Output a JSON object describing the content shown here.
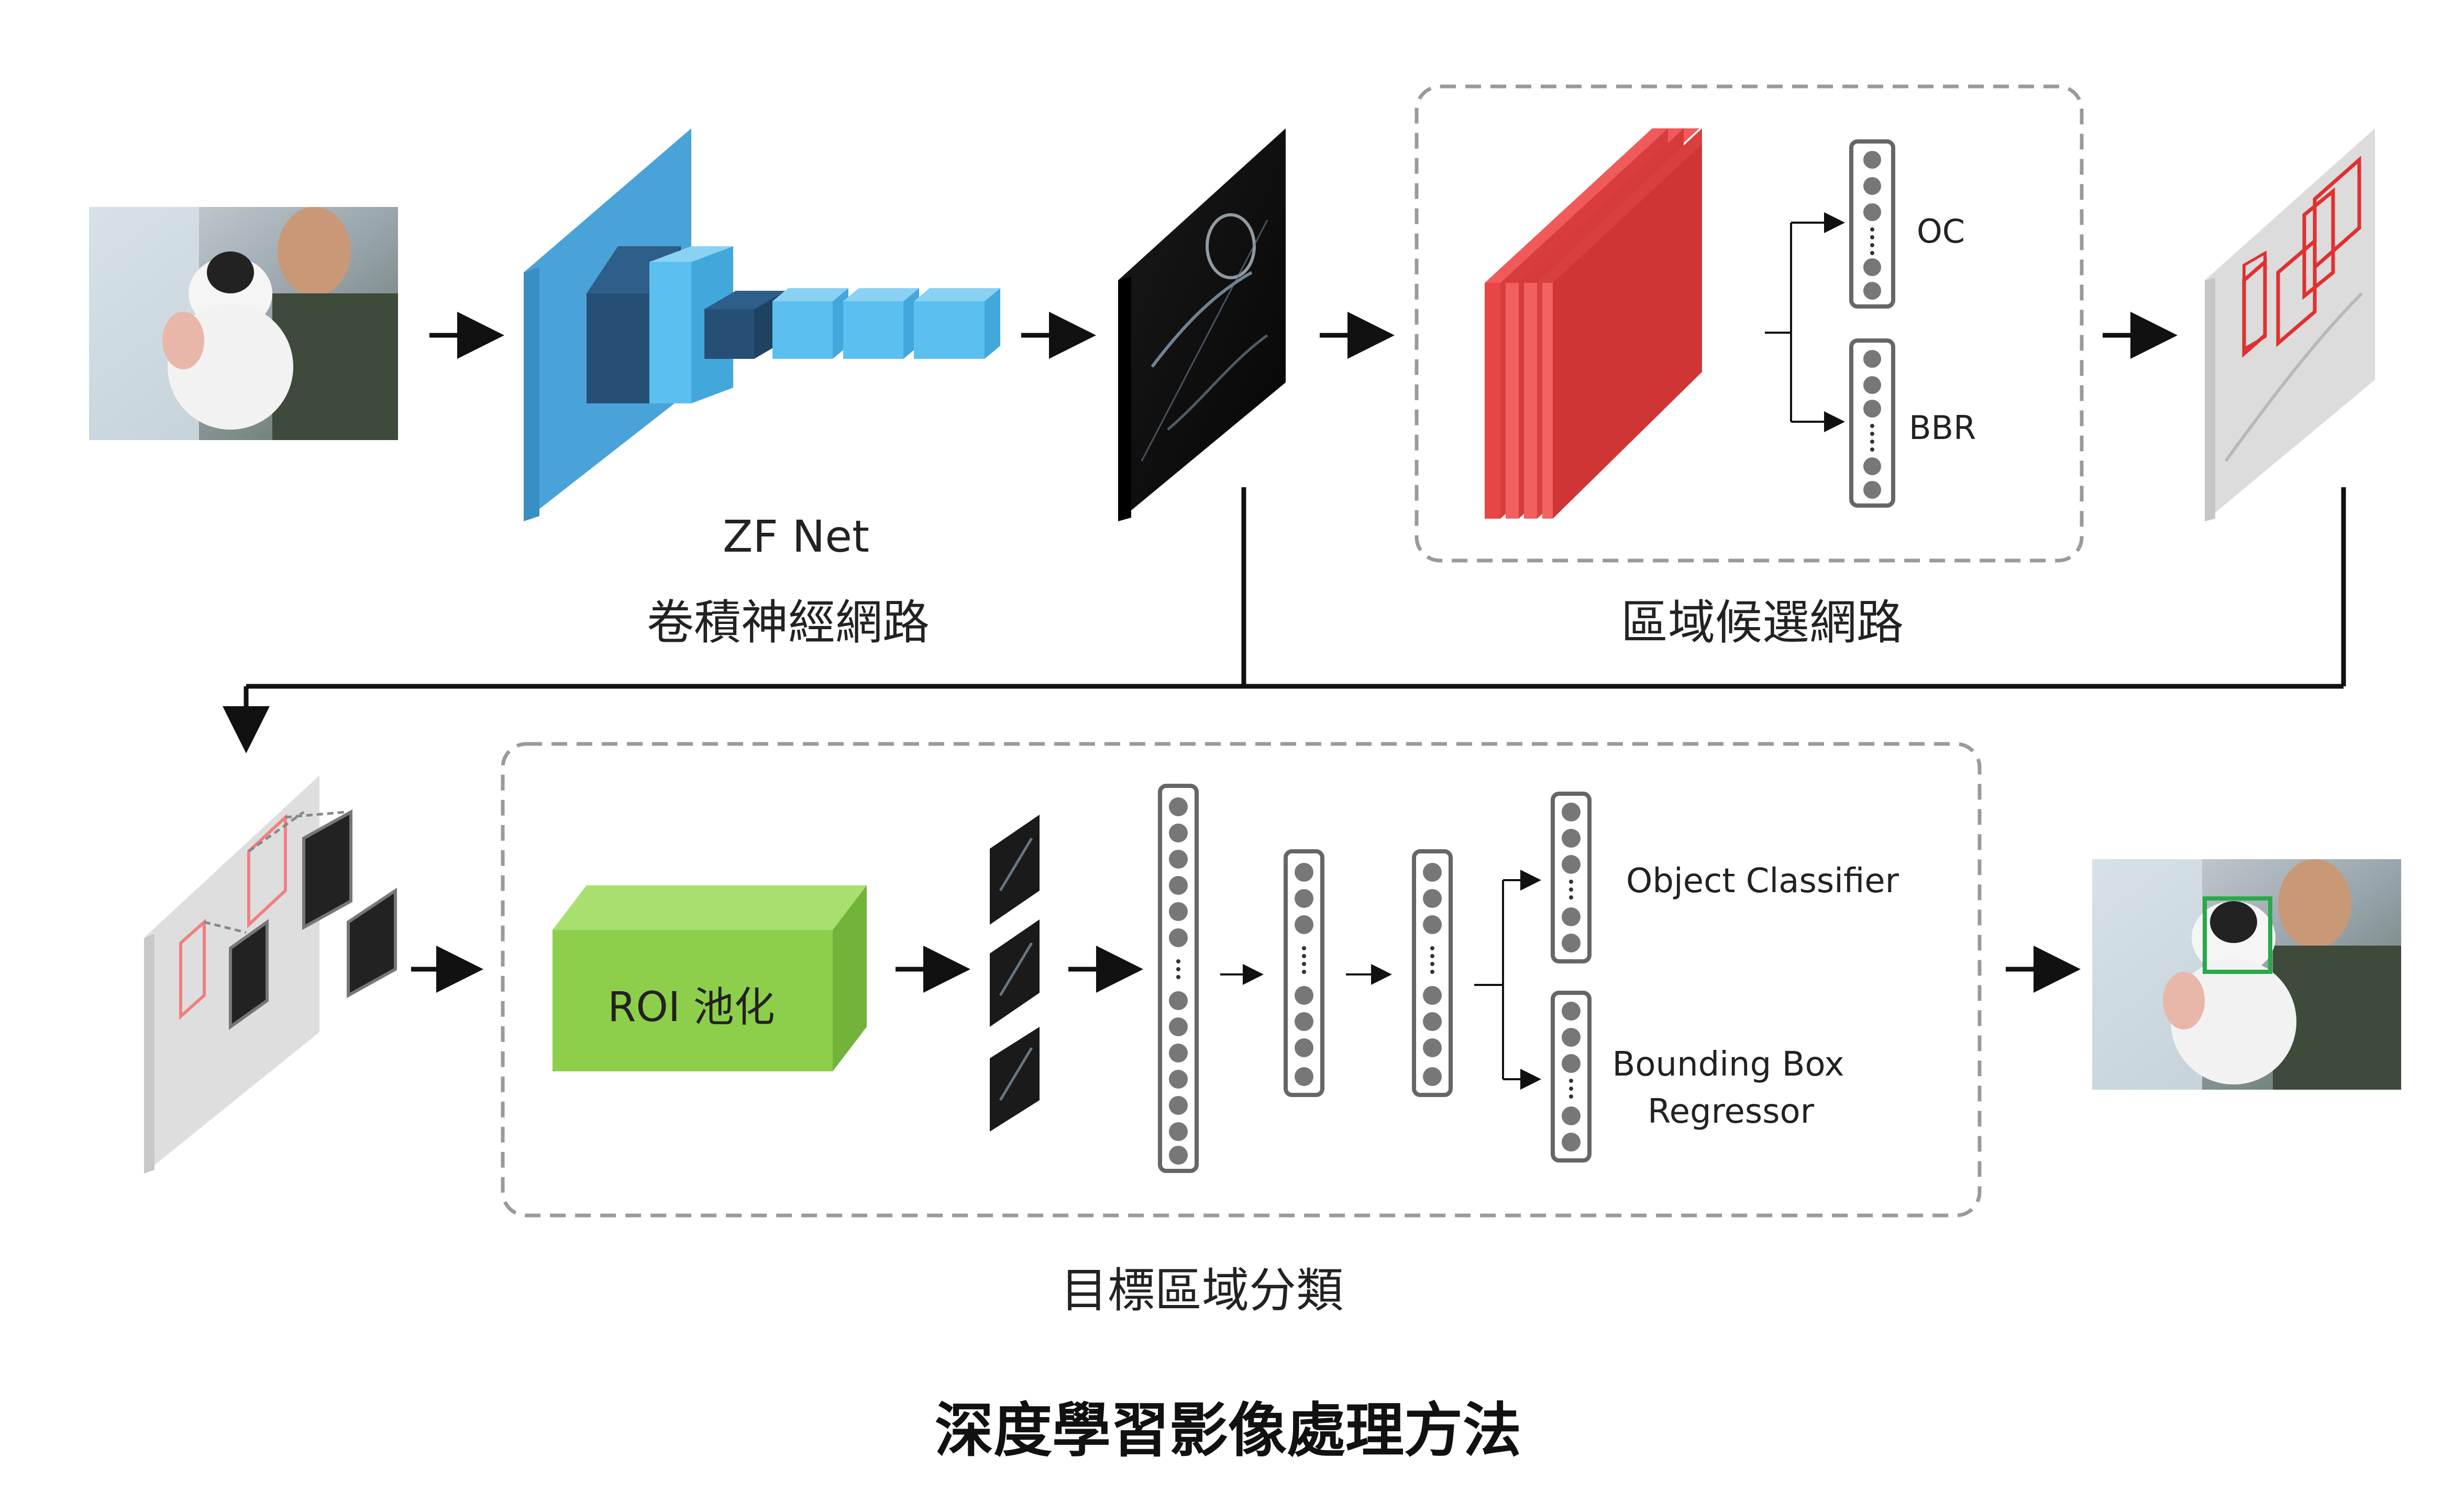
{
  "stage1": {
    "name": "ZF Net",
    "name_zh": "卷積神經網路"
  },
  "stage2": {
    "name_zh": "區域候選網路",
    "outputs": [
      "OC",
      "BBR"
    ]
  },
  "stage3": {
    "name_zh": "目標區域分類",
    "roi_label": "ROI 池化",
    "outputs": [
      "Object Classifier",
      "Bounding Box",
      "Regressor"
    ]
  },
  "title": "深度學習影像處理方法",
  "colors": {
    "cnn_light": "#5bc0f0",
    "cnn_mid": "#4aa3d8",
    "cnn_dark": "#264f75",
    "rpn_red": "#e84545",
    "roi_green": "#8dcf4a",
    "detection_box": "#2aa84a",
    "proposal_box": "#e03030"
  }
}
